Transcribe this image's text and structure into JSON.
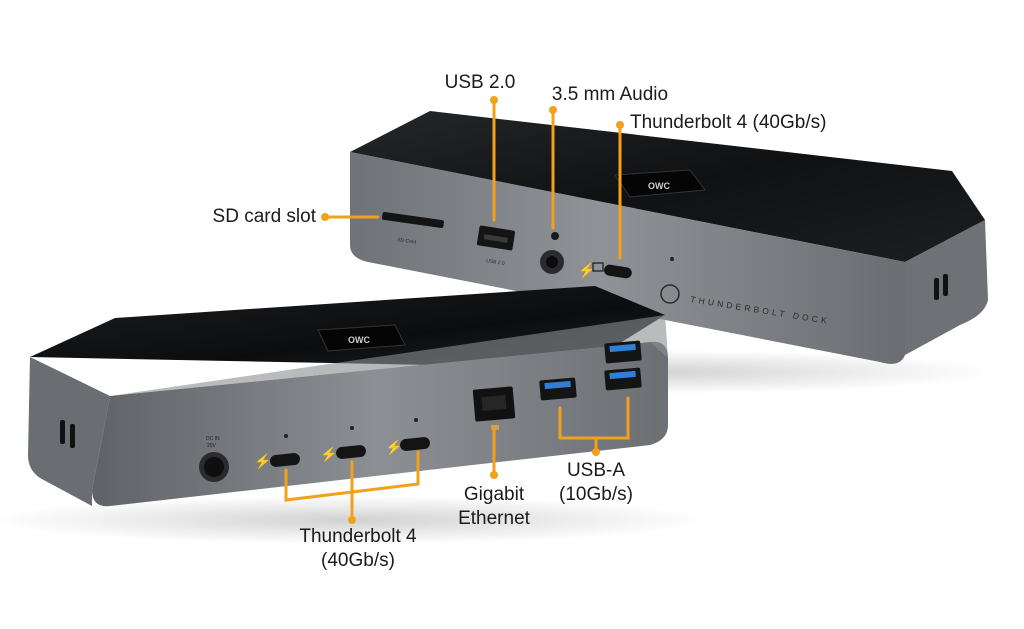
{
  "callouts": {
    "usb2": "USB 2.0",
    "audio": "3.5 mm Audio",
    "tb_rear": "Thunderbolt 4 (40Gb/s)",
    "sd": "SD card slot",
    "ethernet_line1": "Gigabit",
    "ethernet_line2": "Ethernet",
    "usba_line1": "USB-A",
    "usba_line2": "(10Gb/s)",
    "tb_front_line1": "Thunderbolt 4",
    "tb_front_line2": "(40Gb/s)"
  },
  "device_markings": {
    "brand": "Thunderbolt Dock",
    "power_port_line1": "DC IN",
    "power_port_line2": "20V",
    "sd_port": "SD Card",
    "usb2_port": "USB 2.0"
  },
  "colors": {
    "callout": "#f2a11a",
    "top_surface": "#111214",
    "body_metal": "#7f8286",
    "port_black": "#141414",
    "usb_blue": "#2f7fd6"
  }
}
